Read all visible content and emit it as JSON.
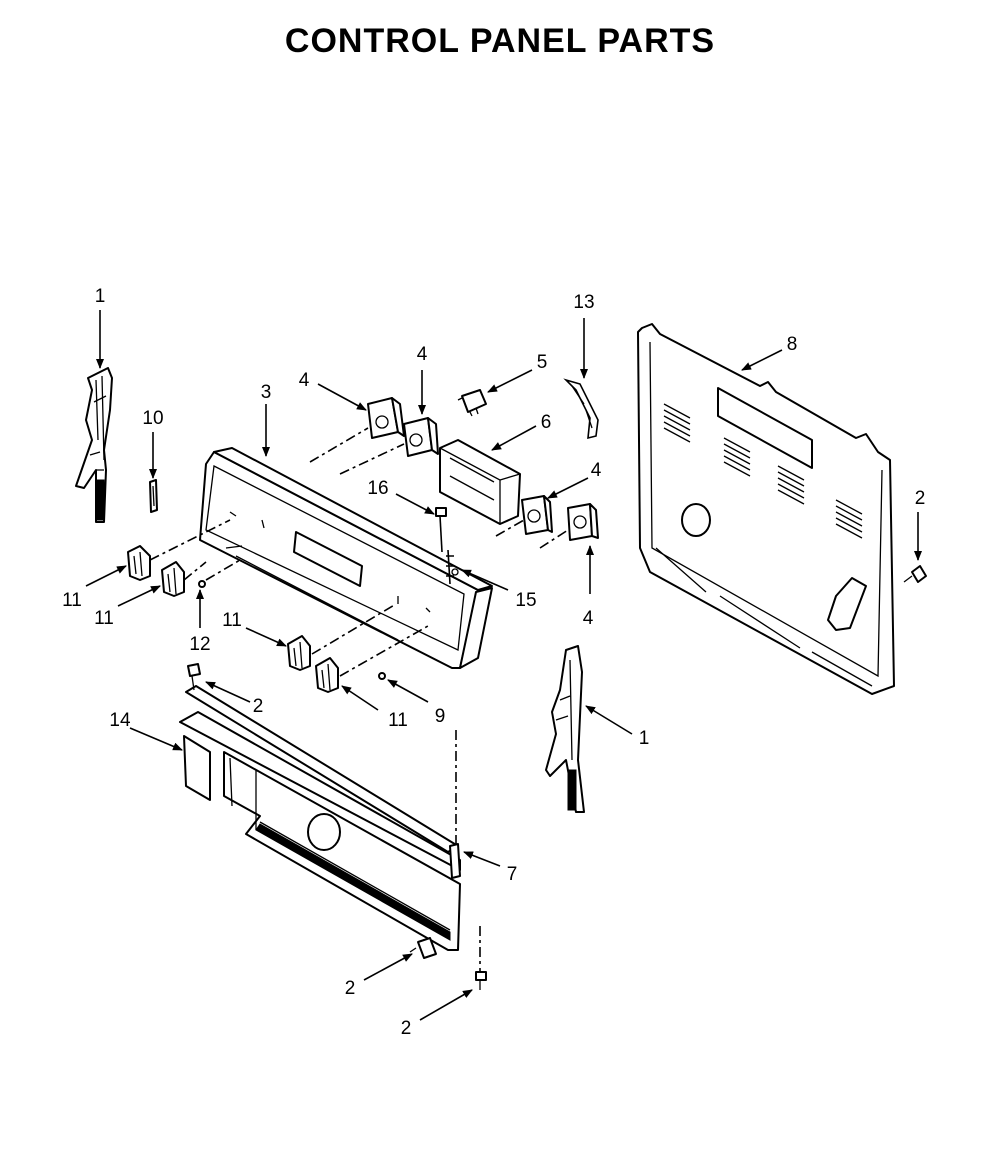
{
  "title": "CONTROL PANEL PARTS",
  "callouts": {
    "c1a": "1",
    "c1b": "1",
    "c2a": "2",
    "c2b": "2",
    "c2c": "2",
    "c2d": "2",
    "c3": "3",
    "c4a": "4",
    "c4b": "4",
    "c4c": "4",
    "c4d": "4",
    "c5": "5",
    "c6": "6",
    "c7": "7",
    "c8": "8",
    "c9": "9",
    "c10": "10",
    "c11a": "11",
    "c11b": "11",
    "c11c": "11",
    "c11d": "11",
    "c12": "12",
    "c13": "13",
    "c14": "14",
    "c15": "15",
    "c16": "16"
  }
}
